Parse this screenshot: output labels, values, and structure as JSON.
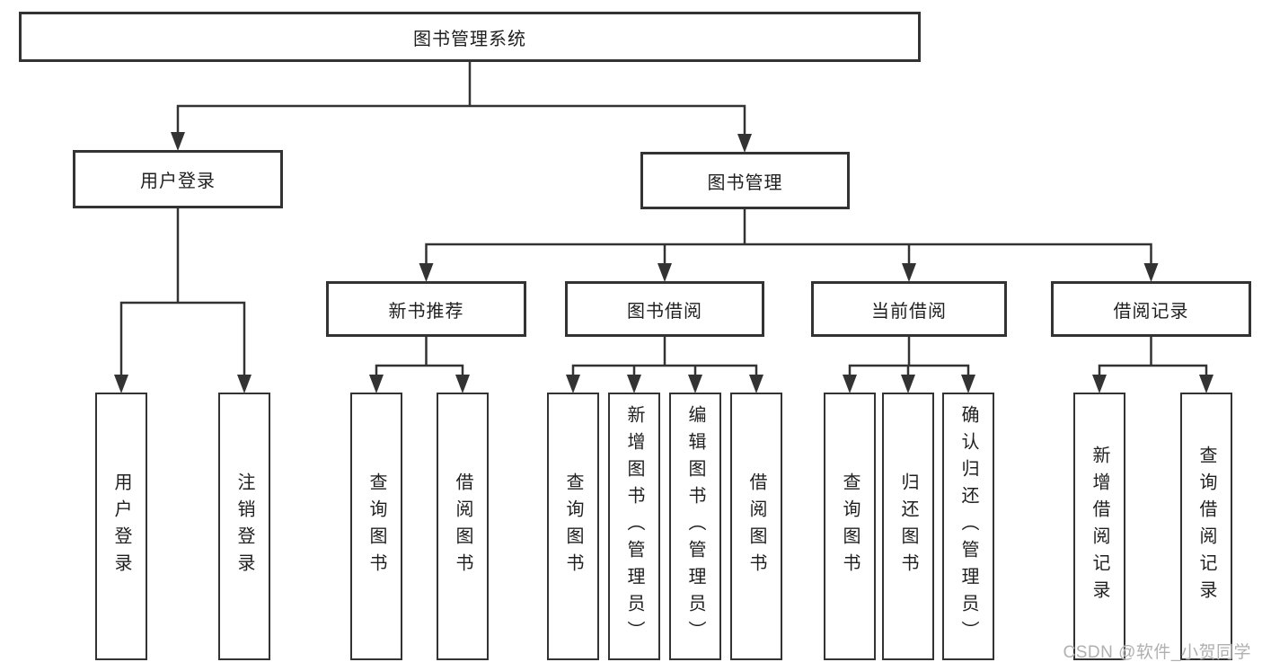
{
  "diagram": {
    "root": {
      "label": "图书管理系统"
    },
    "branches": [
      {
        "label": "用户登录",
        "leaves": [
          {
            "label": "用户登录"
          },
          {
            "label": "注销登录"
          }
        ]
      },
      {
        "label": "图书管理",
        "sections": [
          {
            "label": "新书推荐",
            "leaves": [
              {
                "label": "查询图书"
              },
              {
                "label": "借阅图书"
              }
            ]
          },
          {
            "label": "图书借阅",
            "leaves": [
              {
                "label": "查询图书"
              },
              {
                "label": "新增图书（管理员）"
              },
              {
                "label": "编辑图书（管理员）"
              },
              {
                "label": "借阅图书"
              }
            ]
          },
          {
            "label": "当前借阅",
            "leaves": [
              {
                "label": "查询图书"
              },
              {
                "label": "归还图书"
              },
              {
                "label": "确认归还（管理员）"
              }
            ]
          },
          {
            "label": "借阅记录",
            "leaves": [
              {
                "label": "新增借阅记录"
              },
              {
                "label": "查询借阅记录"
              }
            ]
          }
        ]
      }
    ]
  },
  "colors": {
    "line": "#333333",
    "text": "#1f1f1f",
    "watermark": "#b0b0b0",
    "background": "#ffffff"
  },
  "watermark": "CSDN @软件_小贺同学"
}
